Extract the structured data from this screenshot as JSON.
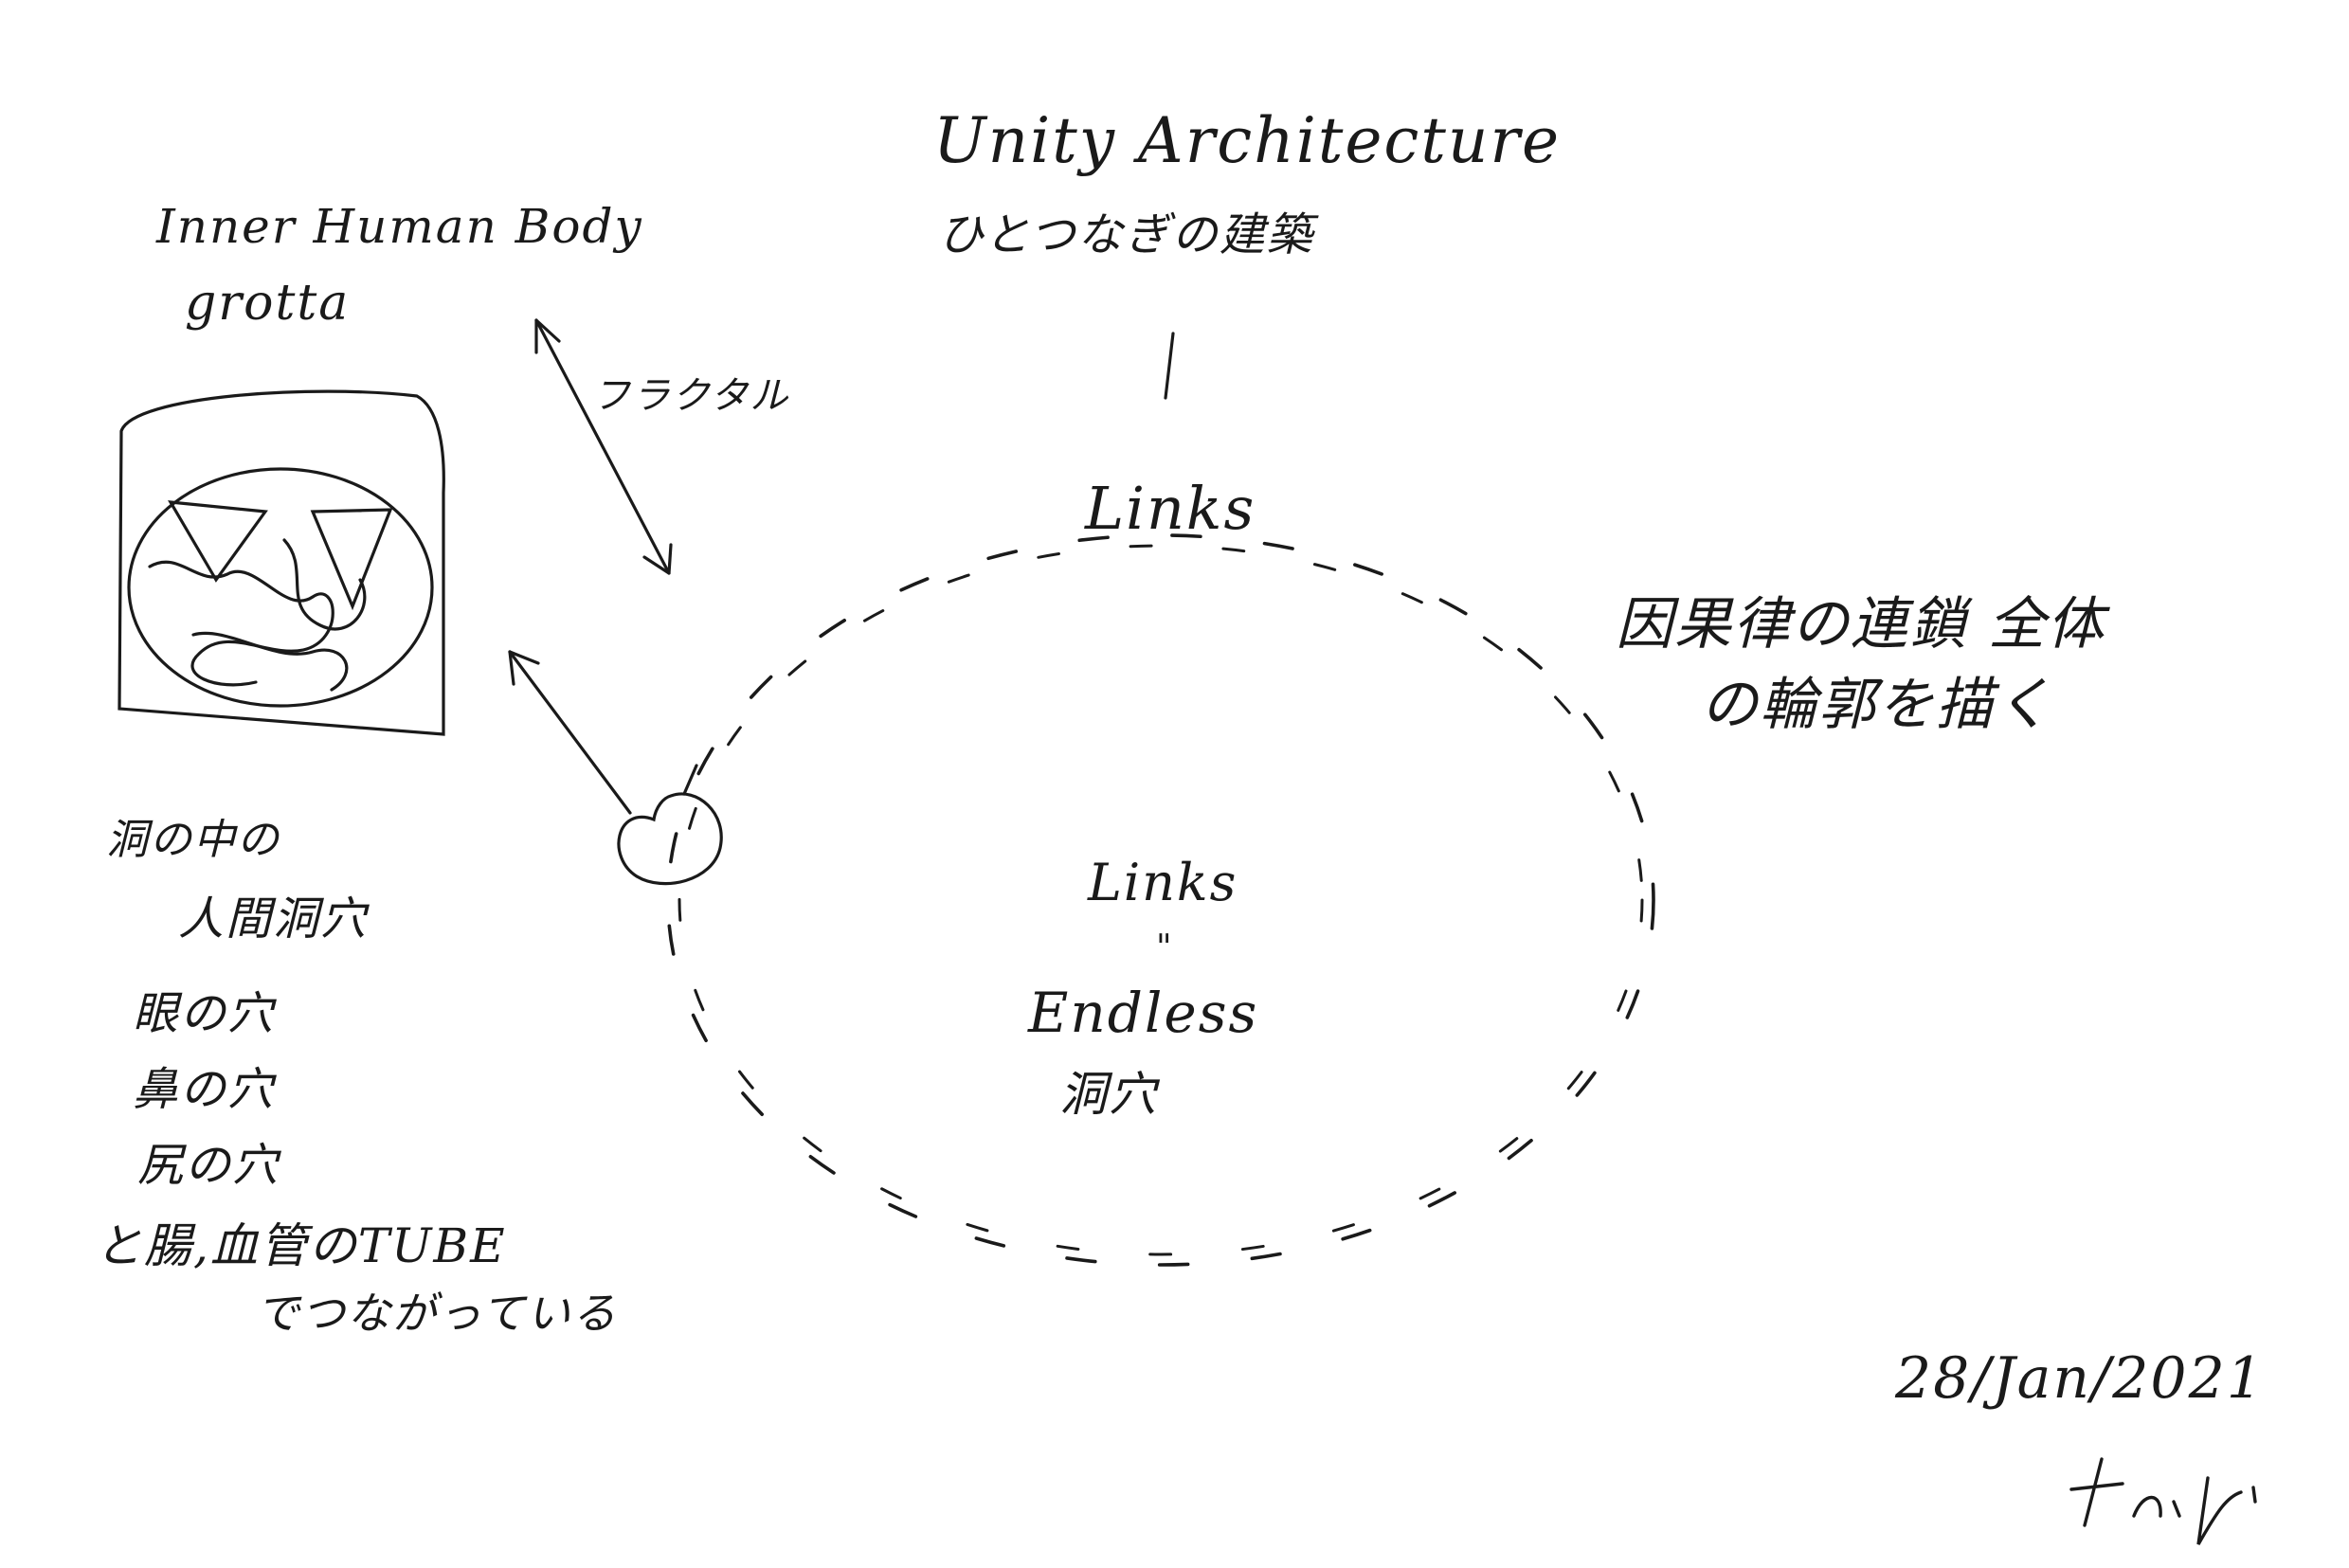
{
  "title": {
    "line1": "Unity Architecture",
    "line2": "ひとつなぎの建築"
  },
  "inner_body": {
    "line1": "Inner Human Body",
    "line2": "grotta"
  },
  "fractal_label": "フラクタル",
  "ring_top_label": "Links",
  "center": {
    "links": "Links",
    "equals": "\"",
    "endless": "Endless",
    "cave": "洞穴"
  },
  "right_note": {
    "line1": "因果律の連鎖 全体",
    "line2": "の輪郭を描く"
  },
  "left_note": [
    "洞の中の",
    "人間洞穴",
    "眼の穴",
    "鼻の穴",
    "尻の穴",
    "と腸,血管のTUBE",
    "でつながっている"
  ],
  "date": "28/Jan/2021"
}
